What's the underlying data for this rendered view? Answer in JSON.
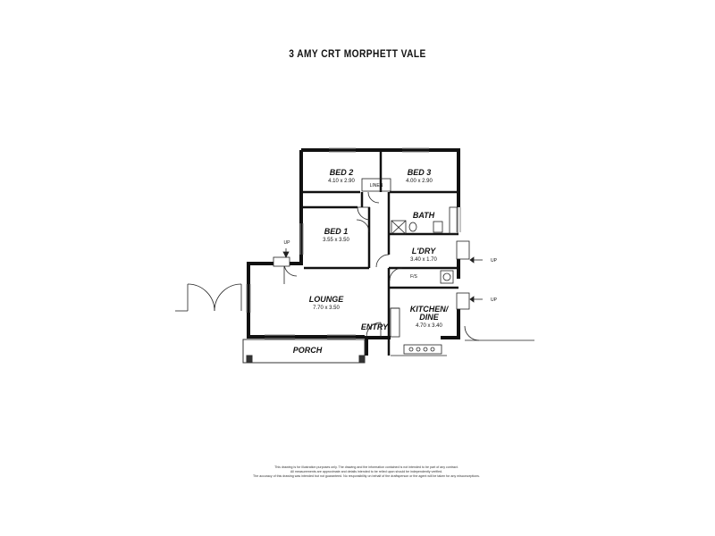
{
  "title": "3 AMY CRT MORPHETT VALE",
  "rooms": {
    "bed2": {
      "name": "BED 2",
      "dims": "4.10 x 2.90"
    },
    "bed3": {
      "name": "BED 3",
      "dims": "4.00 x 2.90"
    },
    "bed1": {
      "name": "BED 1",
      "dims": "3.55 x 3.50"
    },
    "bath": {
      "name": "BATH"
    },
    "linen": {
      "name": "LINEN"
    },
    "laundry": {
      "name": "L'DRY",
      "dims": "3.40 x 1.70"
    },
    "lounge": {
      "name": "LOUNGE",
      "dims": "7.70 x 3.50"
    },
    "kitchen": {
      "name": "KITCHEN/",
      "name2": "DINE",
      "dims": "4.70 x 3.40"
    },
    "entry": {
      "name": "ENTRY"
    },
    "porch": {
      "name": "PORCH"
    }
  },
  "labels": {
    "up_left": "UP",
    "up_laundry": "UP",
    "up_kitchen": "UP",
    "fs": "F/S"
  },
  "disclaimer": [
    "This drawing is for illustration purposes only. The drawing and the information contained is not intended to be part of any contract.",
    "All measurements are approximate and details intended to be relied upon should be independently verified.",
    "The accuracy of this drawing was intended but not guaranteed. No responsibility on behalf of the draftsperson or the agent will be taken for any misconceptions."
  ]
}
